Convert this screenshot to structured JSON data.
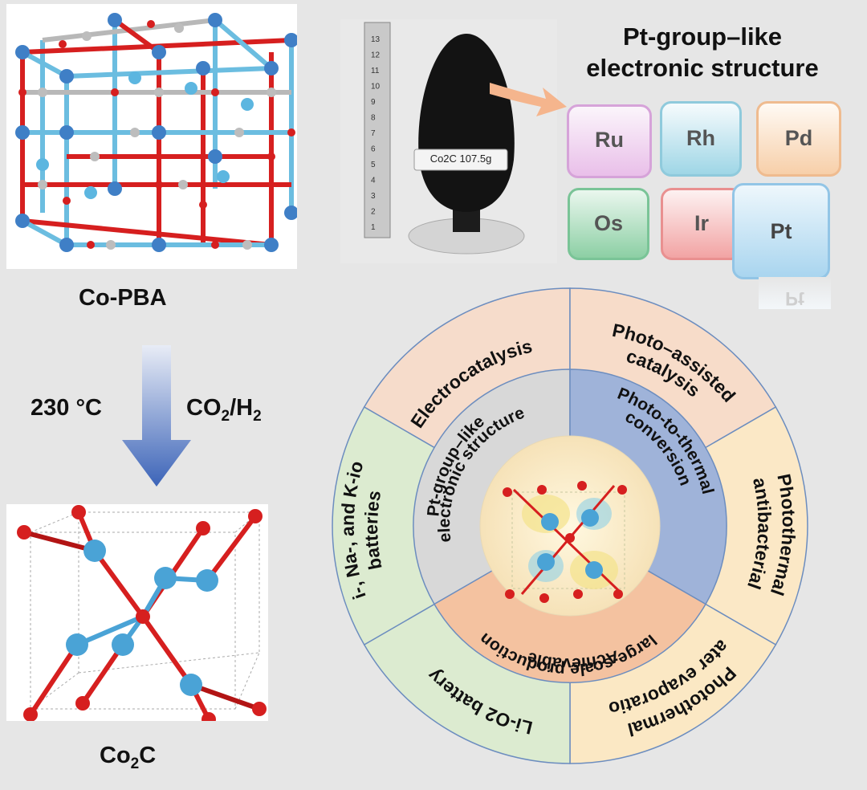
{
  "top_structure": {
    "label": "Co-PBA"
  },
  "conditions": {
    "temperature": "230 °C",
    "gas_main": "CO",
    "gas_sub": "2",
    "gas_tail": "/H",
    "gas_sub2": "2"
  },
  "bottom_structure": {
    "label_main": "Co",
    "label_sub": "2",
    "label_tail": "C"
  },
  "photo": {
    "ruler_numbers": [
      "1",
      "2",
      "3",
      "4",
      "5",
      "6",
      "7",
      "8",
      "9",
      "10",
      "11",
      "12",
      "13"
    ],
    "bottle_label": "Co2C   107.5g"
  },
  "pt_group": {
    "title_line1": "Pt-group–like",
    "title_line2": "electronic structure",
    "elements": [
      "Ru",
      "Rh",
      "Pd",
      "Os",
      "Ir",
      "Pt"
    ],
    "reflection": "Pt"
  },
  "wheel": {
    "outer": [
      "Electrocatalysis",
      "Photo–assisted catalysis",
      "Photothermal antibacterial",
      "Photothermal water evaporation",
      "Li-O2 battery",
      "Li-, Na-, and K-ion batteries"
    ],
    "inner": [
      "Pt-group–like electronic structure",
      "Photo-to-thermal conversion",
      "Achievable large-scale production"
    ]
  },
  "colors": {
    "co_atom": "#4aa3d6",
    "o_atom": "#d61f1f",
    "c_atom": "#b8b8b8",
    "arrow": "#4a6fbf",
    "wheel_electro": "#f6dccb",
    "wheel_photo_assisted": "#f7dcc9",
    "wheel_antibacterial": "#fbe8c6",
    "wheel_evaporation": "#fbe8c4",
    "wheel_lio2": "#dcebd0",
    "wheel_ion": "#dcebd0",
    "inner_pt": "#d8d8d8",
    "inner_photo": "#9fb3d9",
    "inner_production": "#f4c2a0"
  }
}
